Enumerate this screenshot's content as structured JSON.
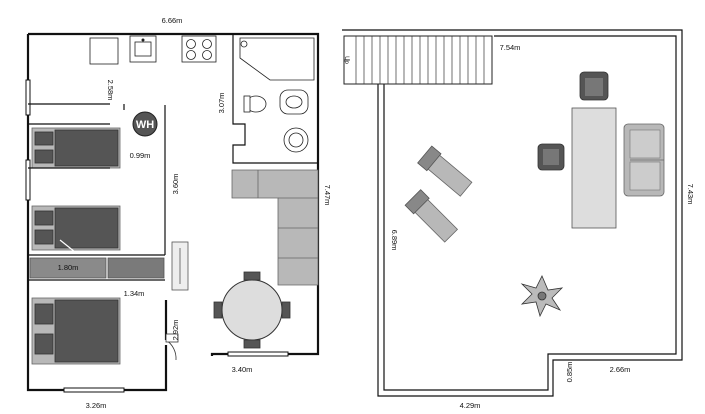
{
  "dimensions": {
    "top_width": "6.66m",
    "kitchen_depth": "2.58m",
    "bath_depth": "3.07m",
    "wh_gap": "0.99m",
    "hall_len": "3.60m",
    "right_depth": "7.47m",
    "closet_width": "1.80m",
    "bed3_width": "1.34m",
    "door_depth": "2.92m",
    "bottom_right": "3.40m",
    "bottom_left": "3.26m",
    "roof_top": "7.54m",
    "roof_left": "6.89m",
    "roof_right": "7.43m",
    "roof_bottom_right": "2.66m",
    "roof_notch": "0.85m",
    "roof_bottom": "4.29m"
  },
  "labels": {
    "water_heater": "WH",
    "stair_up": "Up"
  }
}
